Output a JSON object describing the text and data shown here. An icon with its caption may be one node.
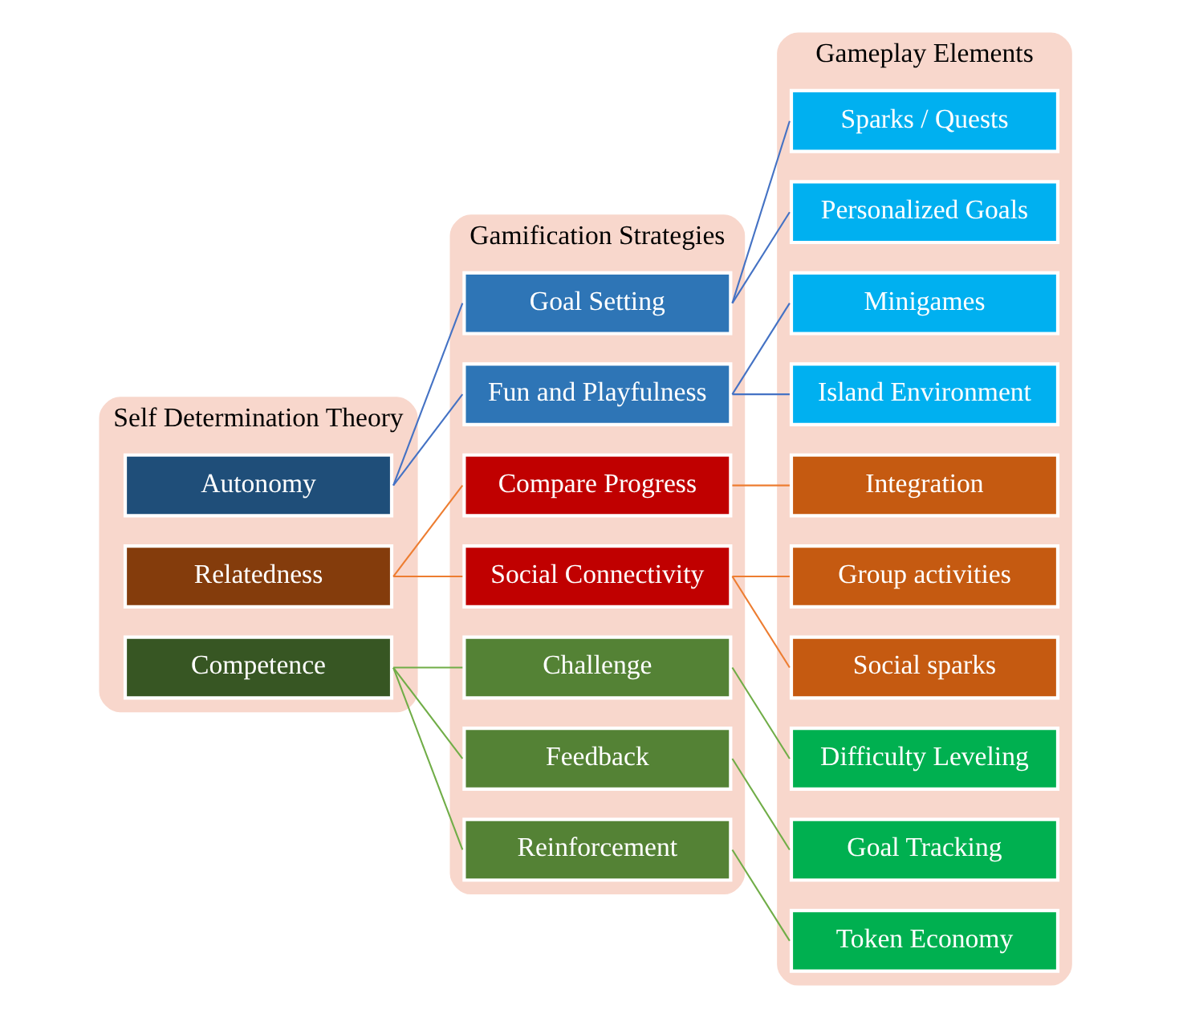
{
  "diagram": {
    "nodes": [
      {
        "text": [
          "Self Determination Theory"
        ]
      },
      {
        "text": [
          "Gamification Strategies"
        ]
      },
      {
        "text": [
          "Gameplay Elements"
        ]
      },
      {
        "text": [
          "Autonomy"
        ],
        "in": 0
      },
      {
        "text": [
          "Relatedness"
        ],
        "in": 0
      },
      {
        "text": [
          "Competence"
        ],
        "in": 0
      },
      {
        "text": [
          "Goal Setting"
        ],
        "in": 1
      },
      {
        "text": [
          "Fun and Playfulness"
        ],
        "in": 1
      },
      {
        "text": [
          "Compare Progress"
        ],
        "in": 1
      },
      {
        "text": [
          "Social Connectivity"
        ],
        "in": 1
      },
      {
        "text": [
          "Challenge"
        ],
        "in": 1
      },
      {
        "text": [
          "Feedback"
        ],
        "in": 1
      },
      {
        "text": [
          "Reinforcement"
        ],
        "in": 1
      },
      {
        "text": [
          "Sparks / Quests"
        ],
        "in": 2
      },
      {
        "text": [
          "Personalized Goals"
        ],
        "in": 2
      },
      {
        "text": [
          "Minigames"
        ],
        "in": 2
      },
      {
        "text": [
          "Island Environment"
        ],
        "in": 2
      },
      {
        "text": [
          "Integration"
        ],
        "in": 2
      },
      {
        "text": [
          "Group activities"
        ],
        "in": 2
      },
      {
        "text": [
          "Social sparks"
        ],
        "in": 2
      },
      {
        "text": [
          "Difficulty Leveling"
        ],
        "in": 2
      },
      {
        "text": [
          "Goal Tracking"
        ],
        "in": 2
      },
      {
        "text": [
          "Token Economy"
        ],
        "in": 2
      }
    ],
    "edges": [
      {
        "from": 3,
        "to": 6,
        "arrow": "none",
        "color": "#4472c4"
      },
      {
        "from": 3,
        "to": 7,
        "arrow": "none",
        "color": "#4472c4"
      },
      {
        "from": 6,
        "to": 13,
        "arrow": "none",
        "color": "#4472c4"
      },
      {
        "from": 6,
        "to": 14,
        "arrow": "none",
        "color": "#4472c4"
      },
      {
        "from": 7,
        "to": 15,
        "arrow": "none",
        "color": "#4472c4"
      },
      {
        "from": 7,
        "to": 16,
        "arrow": "none",
        "color": "#4472c4"
      },
      {
        "from": 4,
        "to": 8,
        "arrow": "none",
        "color": "#ed7d31"
      },
      {
        "from": 4,
        "to": 9,
        "arrow": "none",
        "color": "#ed7d31"
      },
      {
        "from": 8,
        "to": 17,
        "arrow": "none",
        "color": "#ed7d31"
      },
      {
        "from": 9,
        "to": 18,
        "arrow": "none",
        "color": "#ed7d31"
      },
      {
        "from": 9,
        "to": 19,
        "arrow": "none",
        "color": "#ed7d31"
      },
      {
        "from": 5,
        "to": 10,
        "arrow": "none",
        "color": "#70ad47"
      },
      {
        "from": 5,
        "to": 11,
        "arrow": "none",
        "color": "#70ad47"
      },
      {
        "from": 5,
        "to": 12,
        "arrow": "none",
        "color": "#70ad47"
      },
      {
        "from": 10,
        "to": 20,
        "arrow": "none",
        "color": "#70ad47"
      },
      {
        "from": 11,
        "to": 21,
        "arrow": "none",
        "color": "#70ad47"
      },
      {
        "from": 12,
        "to": 22,
        "arrow": "none",
        "color": "#70ad47"
      }
    ]
  }
}
